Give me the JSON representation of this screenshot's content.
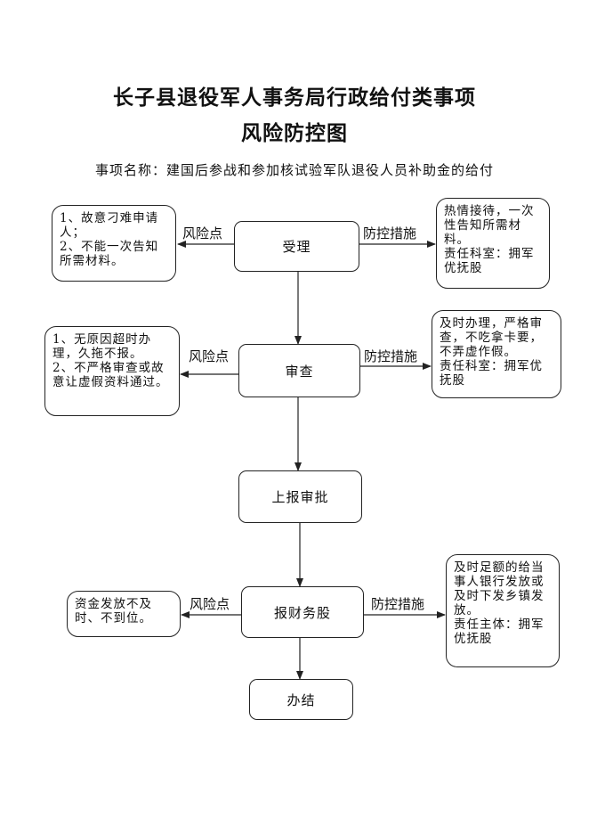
{
  "title": {
    "line1": "长子县退役军人事务局行政给付类事项",
    "line2": "风险防控图"
  },
  "subtitle": "事项名称：建国后参战和参加核试验军队退役人员补助金的给付",
  "steps": {
    "accept": "受理",
    "review": "审查",
    "report": "上报审批",
    "finance": "报财务股",
    "finish": "办结"
  },
  "labels": {
    "risk": "风险点",
    "control": "防控措施"
  },
  "risks": {
    "accept": "1、故意刁难申请人；\n2、不能一次告知所需材料。",
    "review": "1、无原因超时办理，久拖不报。\n2、不严格审查或故意让虚假资料通过。",
    "finance": "资金发放不及时、不到位。"
  },
  "controls": {
    "accept": "热情接待，一次性告知所需材料。\n责任科室：拥军优抚股",
    "review": "及时办理，严格审查，不吃拿卡要，不弄虚作假。\n责任科室：拥军优抚股",
    "finance": "及时足额的给当事人银行发放或及时下发乡镇发放。\n责任主体：拥军优抚股"
  }
}
